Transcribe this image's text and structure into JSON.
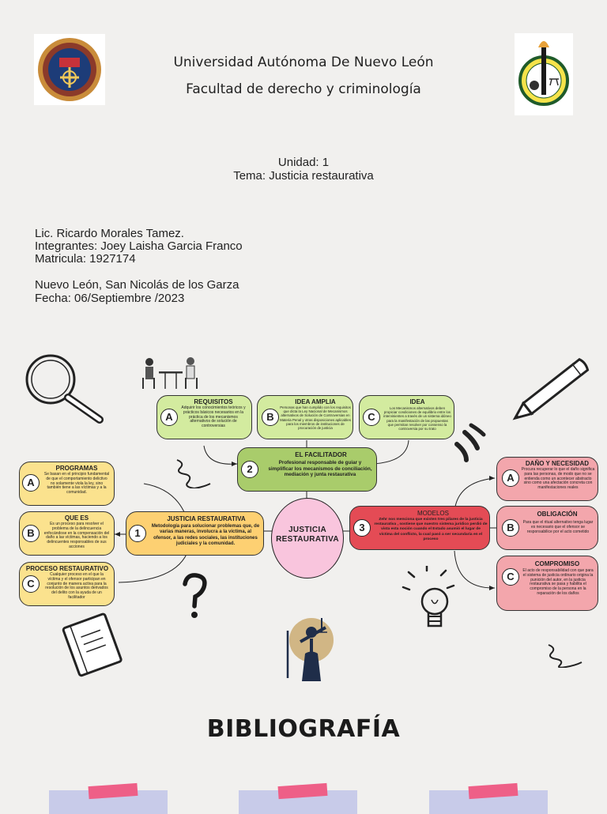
{
  "header": {
    "university": "Universidad Autónoma De Nuevo León",
    "faculty": "Facultad de derecho y criminología"
  },
  "unit": {
    "unit_line": "Unidad: 1",
    "topic_line": "Tema: Justicia restaurativa"
  },
  "info": {
    "teacher": "Lic. Ricardo Morales Tamez.",
    "members": "Integrantes: Joey Laisha Garcia Franco",
    "matricula": "Matricula: 1927174",
    "location": "Nuevo León, San Nicolás de los Garza",
    "date": "Fecha: 06/Septiembre /2023"
  },
  "colors": {
    "green": "#d3eb9f",
    "dark_green": "#a9cc6b",
    "yellow": "#fbe28e",
    "center_yellow": "#fdd072",
    "red": "#f3a6ac",
    "dark_red": "#e44b55",
    "pink": "#f9c5dd"
  },
  "icons": [
    "uanl-logo-icon",
    "faculty-logo-icon",
    "magnifier-icon",
    "people-table-icon",
    "pencil-icon",
    "spring-icon",
    "question-mark-icon",
    "notebook-icon",
    "lightbulb-icon",
    "justice-statue-icon"
  ],
  "diagram": {
    "center": "JUSTICIA RESTAURATIVA",
    "facilitador": {
      "number": "2",
      "title": "EL FACILITADOR",
      "text": "Profesional responsable de guiar y simplificar los mecanismos de conciliación, mediación y junta restaurativa",
      "children": [
        {
          "letter": "A",
          "title": "REQUISITOS",
          "text": "Adquirir los conocimientos teóricos y prácticos básicos necesarios en la práctica de los mecanismos alternativos de solución de controversias"
        },
        {
          "letter": "B",
          "title": "IDEA AMPLIA",
          "text": "Personas que han cumplido con los requisitos que dicta la Ley Nacional de Mecanismos alternativos de Solución de Controversias en Materia Penal y otras disposiciones aplicables para los miembros de instituciones de procuración de justicia"
        },
        {
          "letter": "C",
          "title": "IDEA",
          "text": "Los Mecanismos alternativos deben propiciar condiciones de equilibrio entre los intervinientes a través de un sistema idóneo para la manifestación de las propuestas que permitan resolver por consenso la controversia por su trato"
        }
      ]
    },
    "justicia": {
      "number": "1",
      "title": "JUSTICIA RESTAURATIVA",
      "text": "Metodología para solucionar problemas que, de varias maneras, involucra a la víctima, al ofensor, a las redes sociales, las instituciones judiciales y la comunidad.",
      "children": [
        {
          "letter": "A",
          "title": "PROGRAMAS",
          "text": "Se basan en el principio fundamental de que el comportamiento delictivo no solamente viola la ley, sino también tiene a las víctimas y a la comunidad."
        },
        {
          "letter": "B",
          "title": "QUE ES",
          "text": "Es un proceso para resolver el problema de la delincuencia enfocándose en la compensación del daño a las víctimas, haciendo a los delincuentes responsables de sus acciones"
        },
        {
          "letter": "C",
          "title": "PROCESO RESTAURATIVO",
          "text": "Cualquier proceso en el que la víctima y el ofensor participan en conjunto de manera activa para la resolución de los asuntos derivados del delito con la ayuda de un facilitador"
        }
      ]
    },
    "modelos": {
      "number": "3",
      "title": "MODELOS",
      "text": "Zehr nos menciona que existen tres pilares de la justicia restaurativa , sostiene que nuestro sistema jurídico perdió de vista esta noción cuando el Estado asumió el lugar de víctima del conflicto, la cual pasó a ser secundaria en el proceso",
      "children": [
        {
          "letter": "A",
          "title": "DAÑO Y NECESIDAD",
          "text": "Procura recuperar lo que el daño significa para las personas, de modo que no se entienda como un acontecer abstracto sino como una afectación concreta con manifestaciones reales"
        },
        {
          "letter": "B",
          "title": "OBLIGACIÓN",
          "text": "Para que el ritual alternativo tenga lugar es necesario que el ofensor se responsabilice por el acto cometido"
        },
        {
          "letter": "C",
          "title": "COMPROMISO",
          "text": "El acto de responsabilidad con que para el sistema de justicia ordinario origina la punición del autor, en la justicia restaurativa se pasa y habilita el compromiso de la persona en la reparación de los daños"
        }
      ]
    }
  },
  "bibliography": {
    "title": "BIBLIOGRAFÍA"
  }
}
